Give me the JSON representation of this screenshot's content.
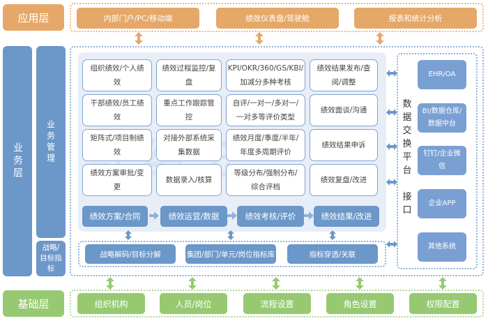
{
  "colors": {
    "app_layer": "#e5a868",
    "business_layer": "#6b97c9",
    "base_layer": "#97c972",
    "panel_bg": "#e8eef7",
    "cell_border": "#7fa4d1"
  },
  "app_layer": {
    "label": "应用层",
    "items": [
      "内部门户/PC/移动端",
      "绩效仪表盘/驾驶舱",
      "报表和统计分析"
    ]
  },
  "business_layer": {
    "label": "业务层",
    "management_label": "业务管理",
    "strategy_label": "战略/目标指标",
    "grid": [
      [
        "组织绩效/个人绩效",
        "绩效过程监控/复盘",
        "KPI/OKR/360/GS/KBI/加减分多种考核",
        "绩效结果发布/查阅/调整"
      ],
      [
        "干部绩效/员工绩效",
        "重点工作跟踪管控",
        "自评/一对一/多对一/一对多等评价类型",
        "绩效面谈/沟通"
      ],
      [
        "矩阵式/项目制绩效",
        "对接外部系统采集数据",
        "绩效月度/季度/半年/年度多周期评价",
        "绩效结果申诉"
      ],
      [
        "绩效方案审批/变更",
        "数据录入/核算",
        "等级分布/强制分布/综合评档",
        "绩效复盘/改进"
      ]
    ],
    "flow": [
      "绩效方案/合同",
      "绩效运营/数据",
      "绩效考核/评价",
      "绩效结果/改进"
    ],
    "strategy_items": [
      "战略解码/目标分解",
      "集团/部门/单元/岗位指标库",
      "指标穿透/关联"
    ],
    "watermark": "奇绩云"
  },
  "exchange": {
    "label": "数据交换平台接口",
    "systems": [
      "EHR/OA",
      "BI/数据仓库/数据中台",
      "钉钉/企业微信",
      "企业APP",
      "其他系统"
    ]
  },
  "base_layer": {
    "label": "基础层",
    "items": [
      "组织机构",
      "人员/岗位",
      "流程设置",
      "角色设置",
      "权限配置"
    ]
  },
  "icons": {
    "vertical_arrow": "double-arrow-vertical",
    "horizontal_arrow": "double-arrow-horizontal",
    "flow_arrow": "arrow-right"
  }
}
